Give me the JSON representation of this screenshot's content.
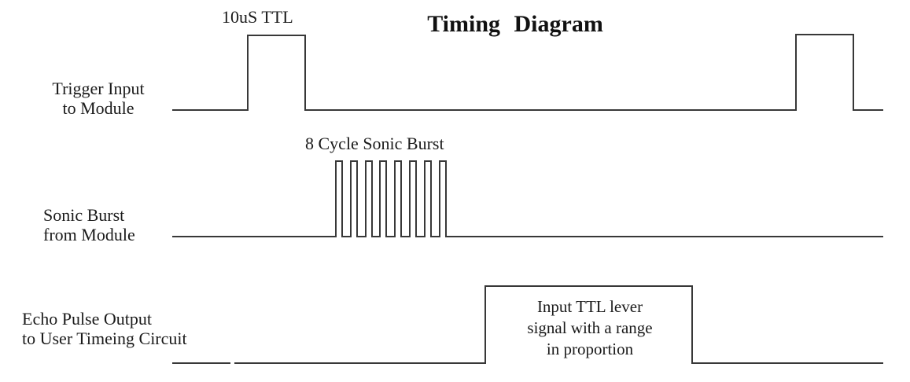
{
  "page": {
    "background": "#ffffff",
    "line_color": "#383838",
    "text_color": "#1a1a1a"
  },
  "title": "Timing Diagram",
  "signals": {
    "trigger": {
      "label_line1": "Trigger Input",
      "label_line2": "to Module",
      "pulse_annotation": "10uS TTL",
      "visible_pulses": 2
    },
    "sonic": {
      "label_line1": "Sonic Burst",
      "label_line2": "from Module",
      "pulse_annotation": "8 Cycle Sonic Burst",
      "burst_cycles": 8
    },
    "echo": {
      "label_line1": "Echo Pulse Output",
      "label_line2": "to User Timeing Circuit",
      "annotation_line1": "Input TTL lever",
      "annotation_line2": "signal with a range",
      "annotation_line3": "in proportion"
    }
  }
}
